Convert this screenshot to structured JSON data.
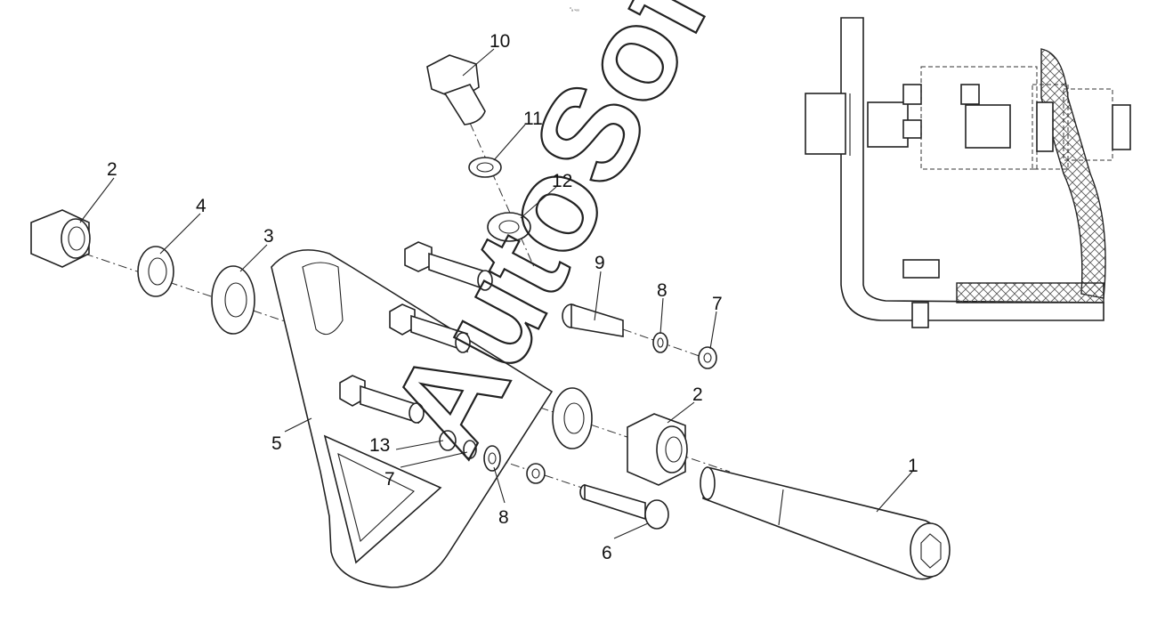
{
  "header_code": "°ₐ ₛₒₒ",
  "watermark": "AutoSoft",
  "callouts": {
    "c1": "1",
    "c2a": "2",
    "c2b": "2",
    "c3": "3",
    "c4": "4",
    "c5": "5",
    "c6": "6",
    "c7a": "7",
    "c7b": "7",
    "c8a": "8",
    "c8b": "8",
    "c9": "9",
    "c10": "10",
    "c11": "11",
    "c12": "12",
    "c13": "13"
  }
}
